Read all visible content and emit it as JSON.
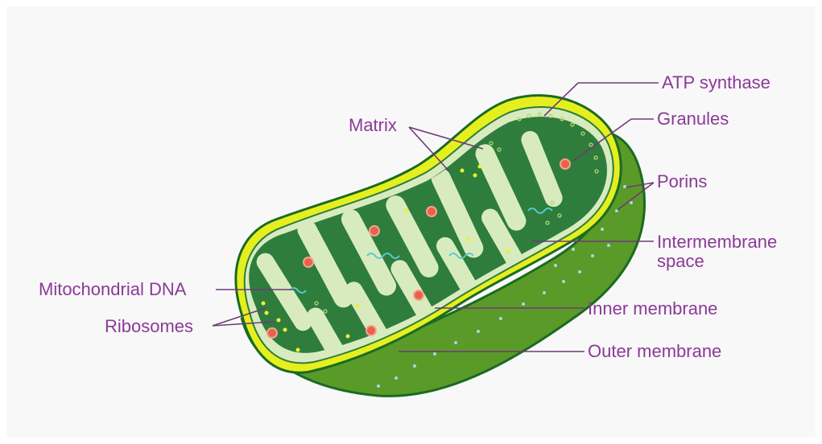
{
  "colors": {
    "label": "#8b3a98",
    "leader": "#6e3a78",
    "outer_membrane": "#e6ef1e",
    "outer_edge": "#1a6b22",
    "shell_side": "#5a9a28",
    "intermembrane": "#d8ebbf",
    "matrix": "#2e7d3c",
    "granule": "#e8614a",
    "ribosome": "#eef035",
    "dna": "#5bc8d0",
    "porin": "#a8d7e8"
  },
  "labels": {
    "atp_synthase": "ATP synthase",
    "granules": "Granules",
    "porins": "Porins",
    "intermembrane_space": "Intermembrane\nspace",
    "inner_membrane": "Inner membrane",
    "outer_membrane": "Outer membrane",
    "matrix": "Matrix",
    "mitochondrial_dna": "Mitochondrial DNA",
    "ribosomes": "Ribosomes"
  }
}
